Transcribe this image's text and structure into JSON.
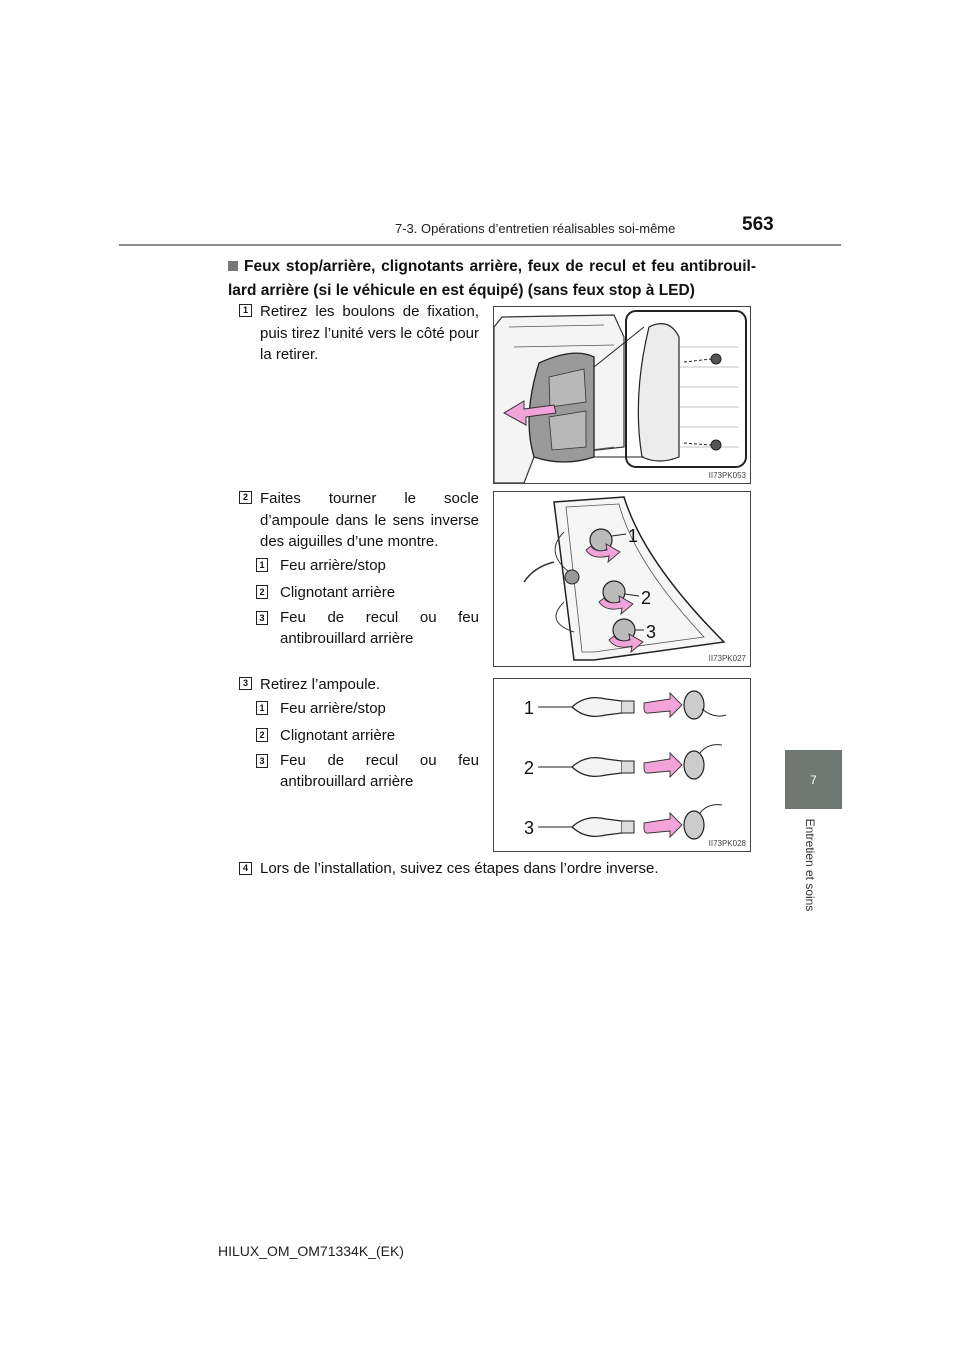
{
  "header": {
    "section": "7-3. Opérations d’entretien réalisables soi-même",
    "page": "563"
  },
  "side_tab": {
    "chapter": "7",
    "label": "Entretien et soins"
  },
  "title": "Feux stop/arrière, clignotants arrière, feux de recul et feu antibrouil-lard arrière (si le véhicule en est équipé) (sans feux stop à LED)",
  "steps": [
    {
      "num": "1",
      "text": "Retirez les boulons de fixation, puis tirez l’unité vers le côté pour la retirer.",
      "figure_code": "II73PK053"
    },
    {
      "num": "2",
      "text": "Faites tourner le socle d’ampoule dans le sens inverse des aiguilles d’une montre.",
      "figure_code": "II73PK027",
      "items": [
        {
          "num": "1",
          "text": "Feu arrière/stop"
        },
        {
          "num": "2",
          "text": "Clignotant arrière"
        },
        {
          "num": "3",
          "text": "Feu de recul ou feu antibrouillard arrière"
        }
      ],
      "callouts": [
        "1",
        "2",
        "3"
      ]
    },
    {
      "num": "3",
      "text": "Retirez l’ampoule.",
      "figure_code": "II73PK028",
      "items": [
        {
          "num": "1",
          "text": "Feu arrière/stop"
        },
        {
          "num": "2",
          "text": "Clignotant arrière"
        },
        {
          "num": "3",
          "text": "Feu de recul ou feu antibrouillard arrière"
        }
      ],
      "callouts": [
        "1",
        "2",
        "3"
      ]
    },
    {
      "num": "4",
      "text": "Lors de l’installation, suivez ces étapes dans l’ordre inverse."
    }
  ],
  "footer": {
    "doc_code": "HILUX_OM_OM71334K_(EK)"
  }
}
